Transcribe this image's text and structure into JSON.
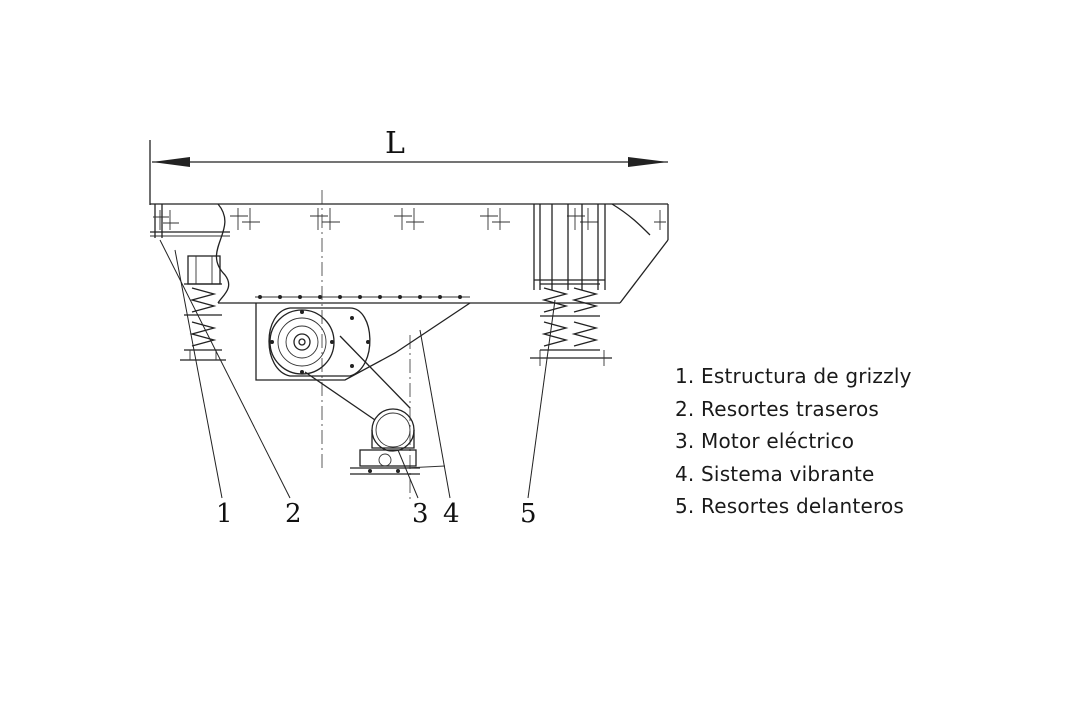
{
  "dimension": {
    "label": "L"
  },
  "callouts": [
    "1",
    "2",
    "3",
    "4",
    "5"
  ],
  "legend": [
    "1. Estructura de grizzly",
    "2. Resortes traseros",
    "3. Motor eléctrico",
    "4. Sistema vibrante",
    "5. Resortes delanteros"
  ],
  "colors": {
    "line": "#222222",
    "background": "#ffffff"
  }
}
